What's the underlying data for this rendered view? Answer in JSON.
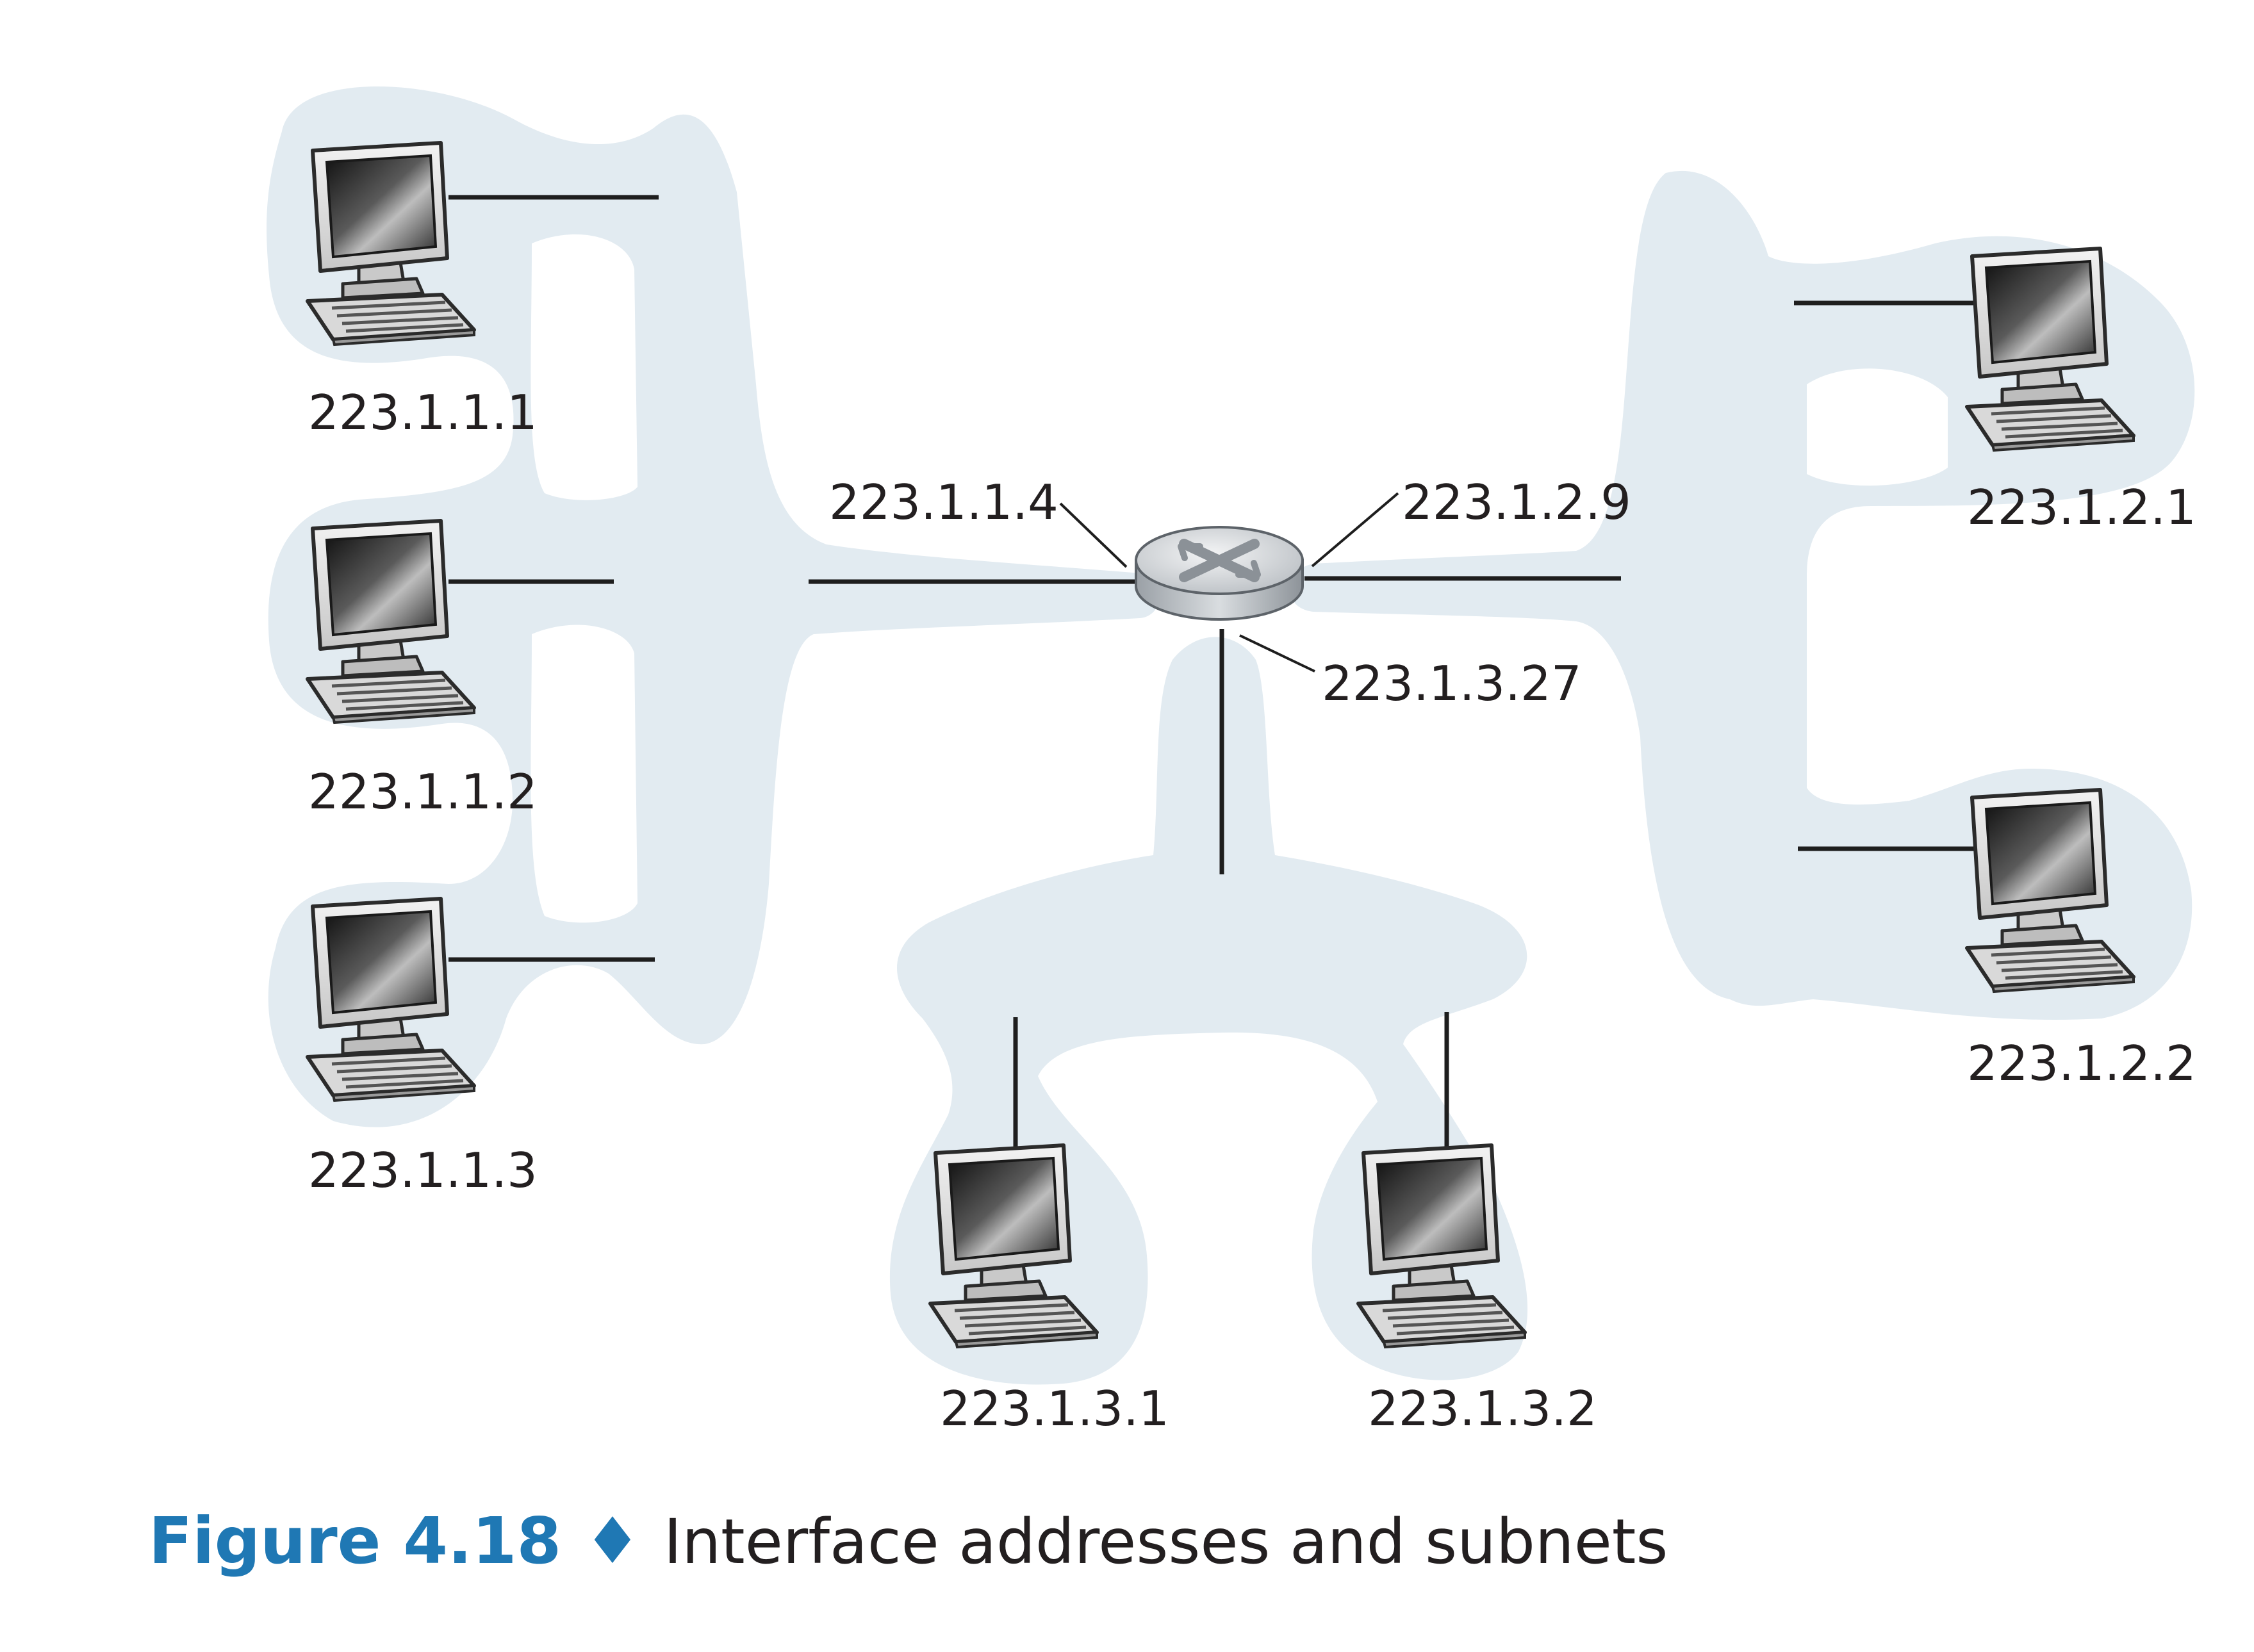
{
  "figure": {
    "number_label": "Figure 4.18",
    "separator": "♦",
    "caption": "Interface addresses and subnets",
    "accent_color": "#1f78b4",
    "subnet_fill": "#e2ebf1"
  },
  "router": {
    "icon": "router-icon",
    "interfaces": [
      {
        "address": "223.1.1.4"
      },
      {
        "address": "223.1.2.9"
      },
      {
        "address": "223.1.3.27"
      }
    ]
  },
  "hosts": [
    {
      "address": "223.1.1.1",
      "icon": "computer-icon"
    },
    {
      "address": "223.1.1.2",
      "icon": "computer-icon"
    },
    {
      "address": "223.1.1.3",
      "icon": "computer-icon"
    },
    {
      "address": "223.1.2.1",
      "icon": "computer-icon"
    },
    {
      "address": "223.1.2.2",
      "icon": "computer-icon"
    },
    {
      "address": "223.1.3.1",
      "icon": "computer-icon"
    },
    {
      "address": "223.1.3.2",
      "icon": "computer-icon"
    }
  ]
}
